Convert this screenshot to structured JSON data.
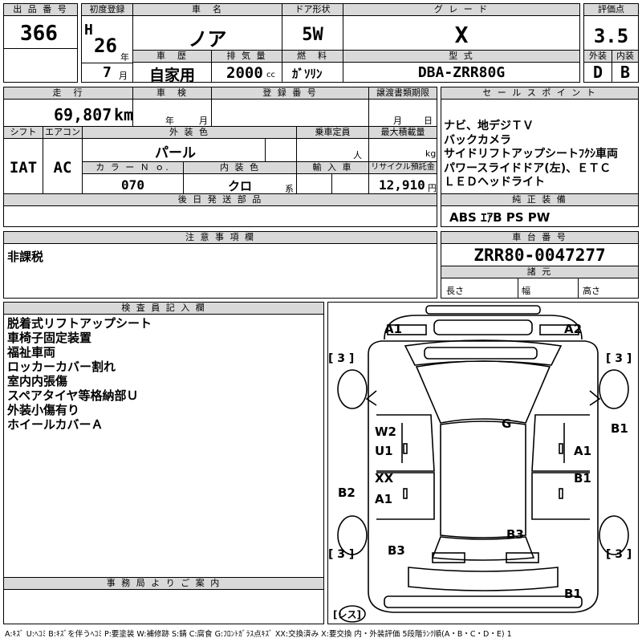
{
  "headers": {
    "lot_number": "出 品 番 号",
    "first_registration": "初度登録",
    "car_name": "車　名",
    "door_type": "ドア形状",
    "grade": "グ レ ー ド",
    "rating": "評価点",
    "history": "車　歴",
    "displacement": "排 気 量",
    "fuel": "燃　料",
    "model_code": "型 式",
    "exterior": "外装",
    "interior": "内装",
    "mileage": "走　行",
    "inspection": "車　検",
    "registration_number": "登 録 番 号",
    "transfer_deadline": "譲渡書類期限",
    "sales_points": "セ ー ル ス ポ イ ン ト",
    "shift": "シフト",
    "aircon": "エアコン",
    "exterior_color": "外 装 色",
    "capacity": "乗車定員",
    "max_load": "最大積載量",
    "color_no": "カ ラ ー Ｎ ｏ.",
    "interior_color": "内 装 色",
    "import": "輸 入 車",
    "recycle_fee": "リサイクル預託金",
    "later_parts": "後 日 発 送 部 品",
    "genuine_equipment": "純 正 装 備",
    "remarks": "注 意 事 項 欄",
    "chassis_number": "車 台 番 号",
    "dimensions": "諸 元",
    "inspector_notes": "検 査 員 記 入 欄",
    "office_notice": "事 務 局 よ り ご 案 内"
  },
  "vehicle": {
    "lot_number": "366",
    "era": "H",
    "year": "26",
    "year_unit": "年",
    "month": "7",
    "month_unit": "月",
    "car_name": "ノア",
    "door_type": "5W",
    "grade": "X",
    "score": "3.5",
    "history": "自家用",
    "displacement": "2000",
    "displacement_unit": "cc",
    "fuel": "ｶﾞｿﾘﾝ",
    "model_code": "DBA-ZRR80G",
    "exterior_grade": "D",
    "interior_grade": "B",
    "mileage": "69,807",
    "mileage_unit": "km",
    "inspection_year_unit": "年",
    "inspection_month_unit": "月",
    "transfer_month_unit": "月",
    "transfer_day_unit": "日",
    "shift": "IAT",
    "aircon": "AC",
    "exterior_color": "パール",
    "capacity_unit": "人",
    "load_unit": "kg",
    "color_no": "070",
    "interior_color": "クロ",
    "interior_color_suffix": "系",
    "recycle_fee": "12,910",
    "recycle_unit": "円",
    "chassis_number": "ZRR80-0047277",
    "genuine_equipment": "ABS ｴｱB PS PW",
    "remarks": "非課税"
  },
  "sales_points": [
    "ナビ、地デジＴＶ",
    "バックカメラ",
    "サイドリフトアップシートﾌｸｼ車両",
    "パワースライドドア(左)、ＥＴＣ",
    "ＬＥＤヘッドライト"
  ],
  "dims": {
    "length": "長さ",
    "width": "幅",
    "height": "高さ"
  },
  "inspector_notes": [
    "脱着式リフトアップシート",
    "車椅子固定装置",
    "福祉車両",
    "ロッカーカバー割れ",
    "室内内張傷",
    "スペアタイヤ等格納部Ｕ",
    "外装小傷有り",
    "ホイールカバーＡ"
  ],
  "diagram_labels": {
    "a1_front_left": "A1",
    "a2_front_right": "A2",
    "tire_front_left": "[ 3 ]",
    "tire_front_right": "[ 3 ]",
    "tire_rear_left": "[ 3 ]",
    "tire_rear_right": "[ 3 ]",
    "glass": "G",
    "w2": "W2",
    "u1": "U1",
    "xx": "XX",
    "a1_rear_left_door": "A1",
    "a1_front_right_door": "A1",
    "b1_right_door": "B1",
    "b1_right_fender": "B1",
    "b2_left_rear": "B2",
    "b3_roof_rear": "B3",
    "b3_left_corner": "B3",
    "b1_rear_bumper": "B1",
    "spare": "[レス]"
  },
  "legend": "A:ｷｽﾞ U:ﾍｺﾐ B:ｷｽﾞを伴うﾍｺﾐ P:要塗装 W:補修跡 S:錆 C:腐食 G:ﾌﾛﾝﾄｶﾞﾗｽ点ｷｽﾞ XX:交換済み X:要交換 内・外装評価 5段階ﾗﾝｸ順(A・B・C・D・E) 1"
}
